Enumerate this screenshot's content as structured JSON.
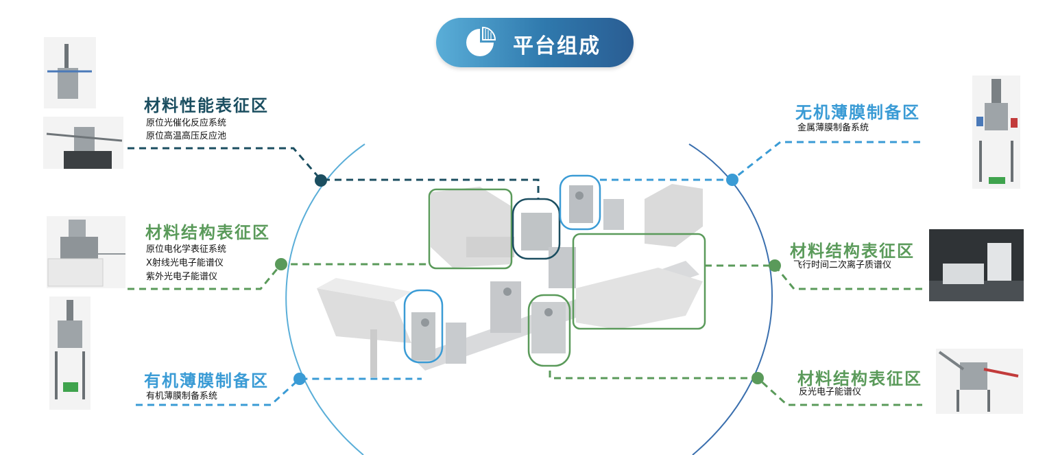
{
  "banner": {
    "title": "平台组成",
    "icon": "pie-chart-icon"
  },
  "colors": {
    "dark_teal": "#1b4e60",
    "green": "#5a9a5a",
    "blue": "#3a9bd5",
    "circle": "#4a8fca"
  },
  "left_zones": [
    {
      "title": "材料性能表征区",
      "items": [
        "原位光催化反应系统",
        "原位高温高压反应池"
      ],
      "color": "#1b4e60"
    },
    {
      "title": "材料结构表征区",
      "items": [
        "原位电化学表征系统",
        "X射线光电子能谱仪",
        "紫外光电子能谱仪"
      ],
      "color": "#5a9a5a"
    },
    {
      "title": "有机薄膜制备区",
      "items": [
        "有机薄膜制备系统"
      ],
      "color": "#3a9bd5"
    }
  ],
  "right_zones": [
    {
      "title": "无机薄膜制备区",
      "items": [
        "金属薄膜制备系统"
      ],
      "color": "#3a9bd5"
    },
    {
      "title": "材料结构表征区",
      "items": [
        "飞行时间二次离子质谱仪"
      ],
      "color": "#5a9a5a"
    },
    {
      "title": "材料结构表征区",
      "items": [
        "反光电子能谱仪"
      ],
      "color": "#5a9a5a"
    }
  ]
}
